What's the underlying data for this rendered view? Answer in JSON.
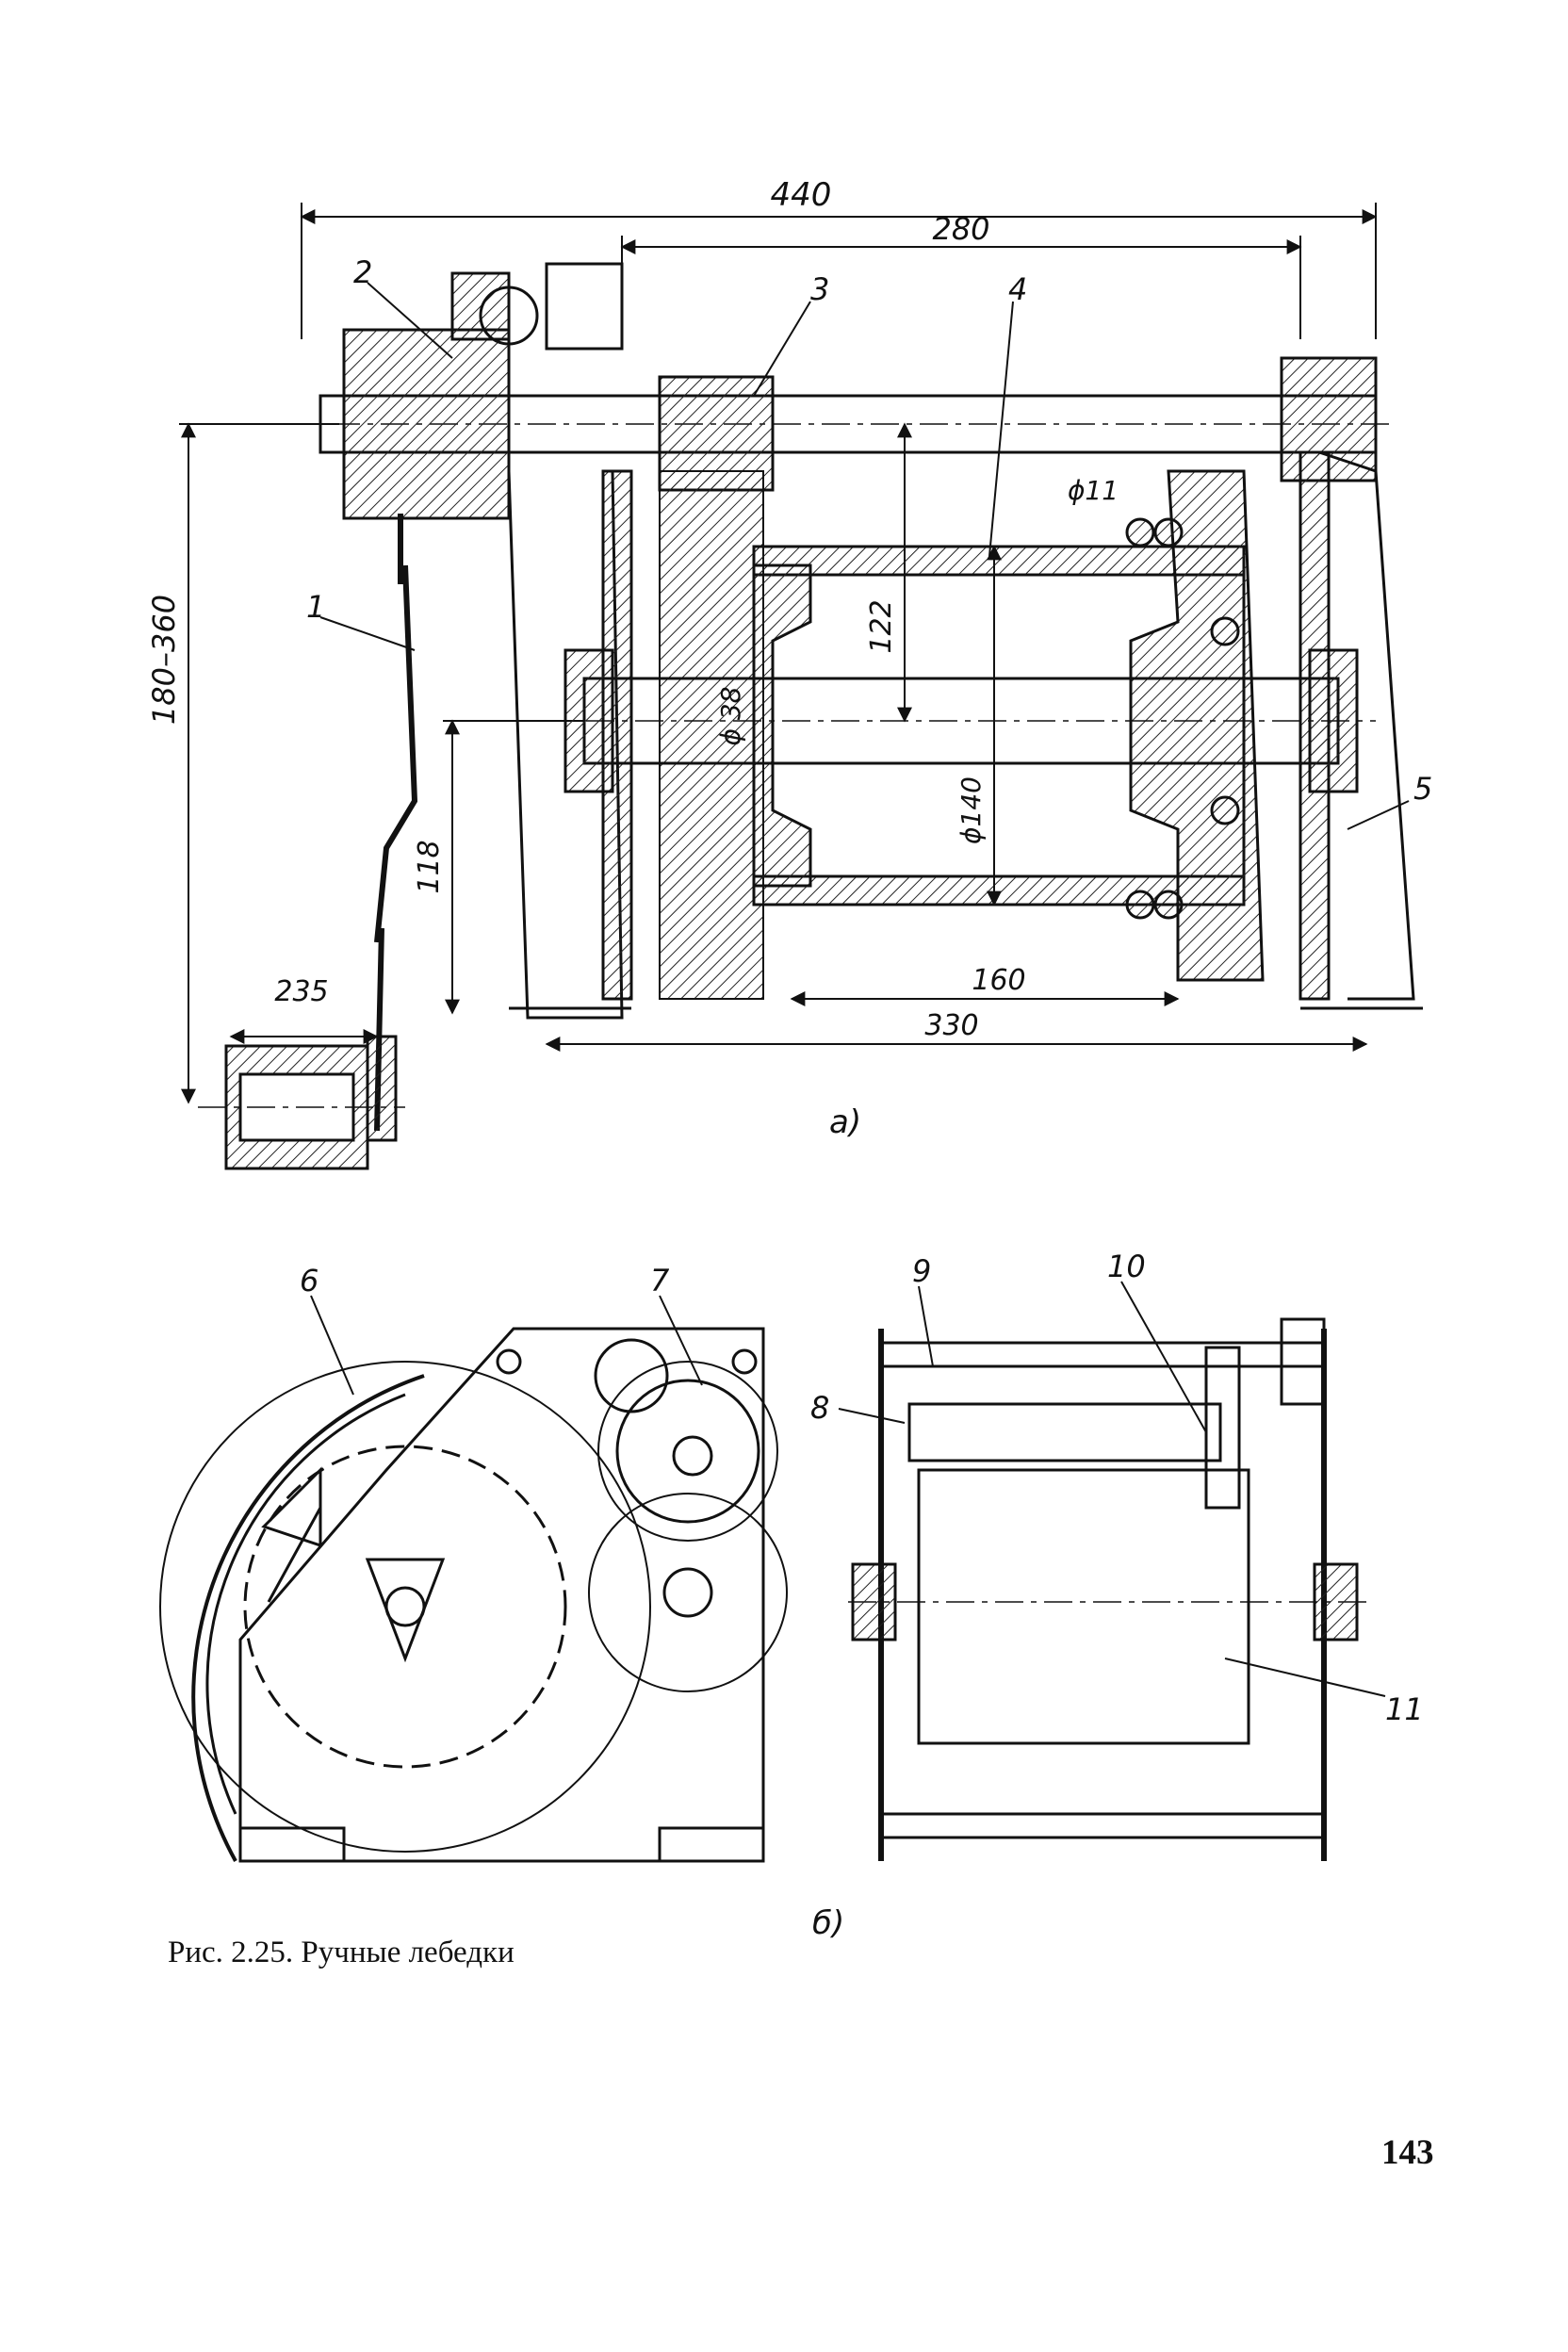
{
  "figure_a": {
    "dimensions": {
      "overall_width": "440",
      "shaft_span": "280",
      "handle_radius_range": "180–360",
      "drum_center_offset": "122",
      "shaft_height": "118",
      "shaft_diameter": "ϕ 38",
      "drum_diameter": "ϕ140",
      "rope_diameter": "ϕ11",
      "drum_length": "160",
      "frame_width": "330",
      "handle_length": "235"
    },
    "part_labels": [
      "1",
      "2",
      "3",
      "4",
      "5"
    ],
    "sublabel": "а)"
  },
  "figure_b": {
    "part_labels": [
      "6",
      "7",
      "8",
      "9",
      "10",
      "11"
    ],
    "sublabel": "б)"
  },
  "caption": "Рис. 2.25. Ручные лебедки",
  "page_number": "143"
}
